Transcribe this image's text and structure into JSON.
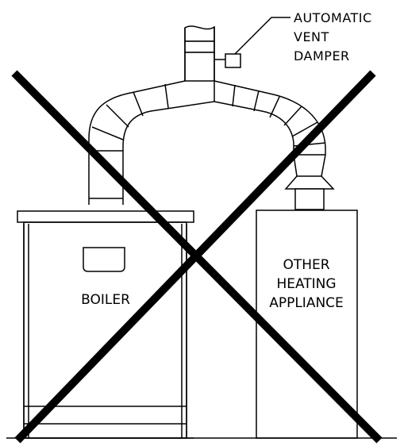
{
  "diagram": {
    "callout": {
      "line1": "AUTOMATIC",
      "line2": "VENT",
      "line3": "DAMPER"
    },
    "boiler_label": "BOILER",
    "other_appliance": {
      "line1": "OTHER",
      "line2": "HEATING",
      "line3": "APPLIANCE"
    },
    "colors": {
      "line": "#000000",
      "background": "#ffffff"
    }
  }
}
